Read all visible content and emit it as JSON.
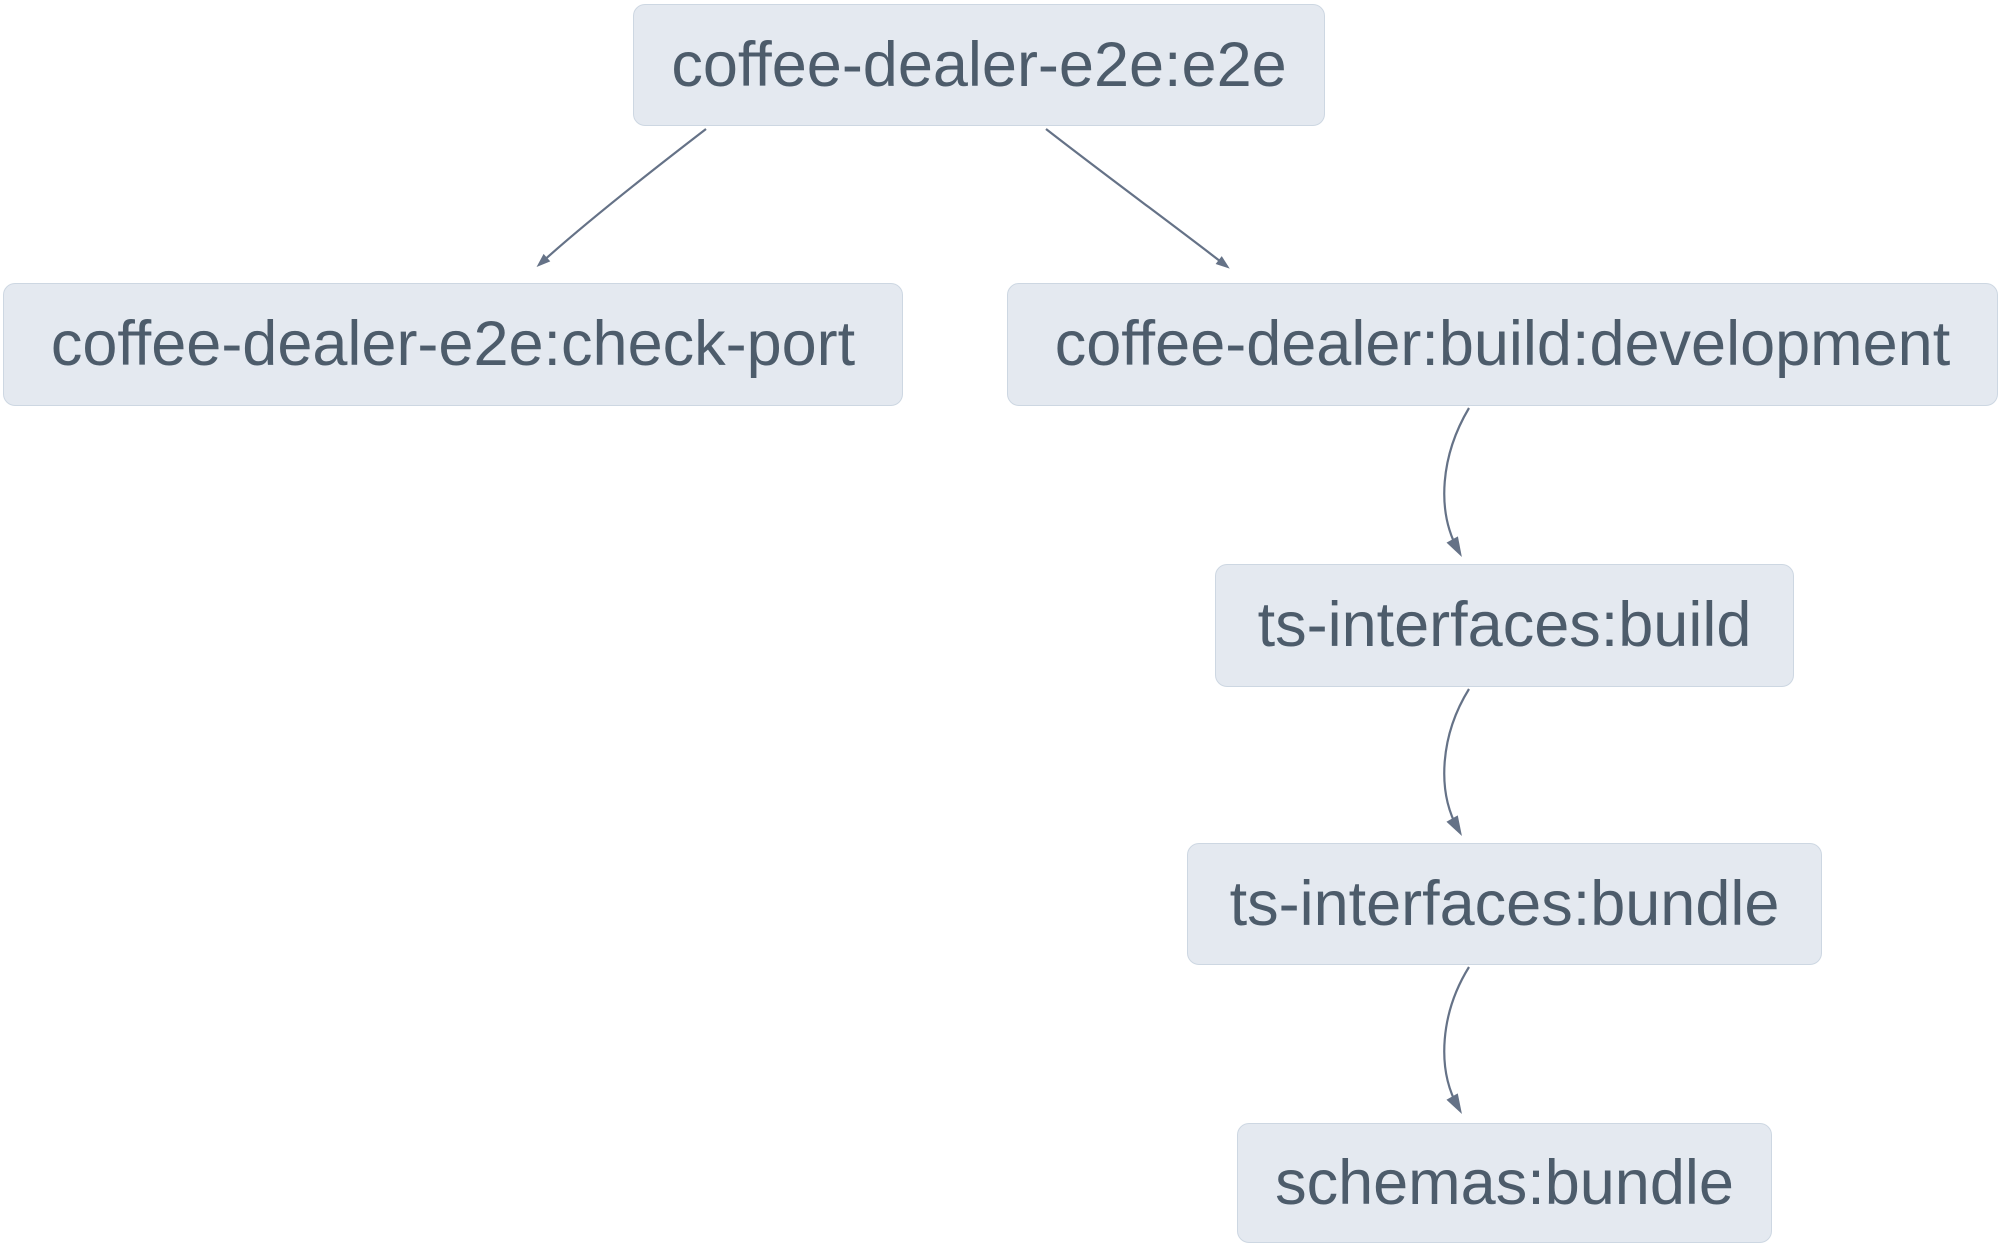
{
  "theme": {
    "page_bg": "#ffffff",
    "node_fill": "#e4e9f0",
    "node_border": "#cdd7e2",
    "node_text": "#4d5c6b",
    "edge_color": "#657287"
  },
  "graph": {
    "type": "task-dependency-graph",
    "nodes": [
      {
        "id": "coffee-dealer-e2e:e2e",
        "label": "coffee-dealer-e2e:e2e"
      },
      {
        "id": "coffee-dealer-e2e:check-port",
        "label": "coffee-dealer-e2e:check-port"
      },
      {
        "id": "coffee-dealer:build:development",
        "label": "coffee-dealer:build:development"
      },
      {
        "id": "ts-interfaces:build",
        "label": "ts-interfaces:build"
      },
      {
        "id": "ts-interfaces:bundle",
        "label": "ts-interfaces:bundle"
      },
      {
        "id": "schemas:bundle",
        "label": "schemas:bundle"
      }
    ],
    "edges": [
      {
        "from": "coffee-dealer-e2e:e2e",
        "to": "coffee-dealer-e2e:check-port"
      },
      {
        "from": "coffee-dealer-e2e:e2e",
        "to": "coffee-dealer:build:development"
      },
      {
        "from": "coffee-dealer:build:development",
        "to": "ts-interfaces:build"
      },
      {
        "from": "ts-interfaces:build",
        "to": "ts-interfaces:bundle"
      },
      {
        "from": "ts-interfaces:bundle",
        "to": "schemas:bundle"
      }
    ]
  }
}
